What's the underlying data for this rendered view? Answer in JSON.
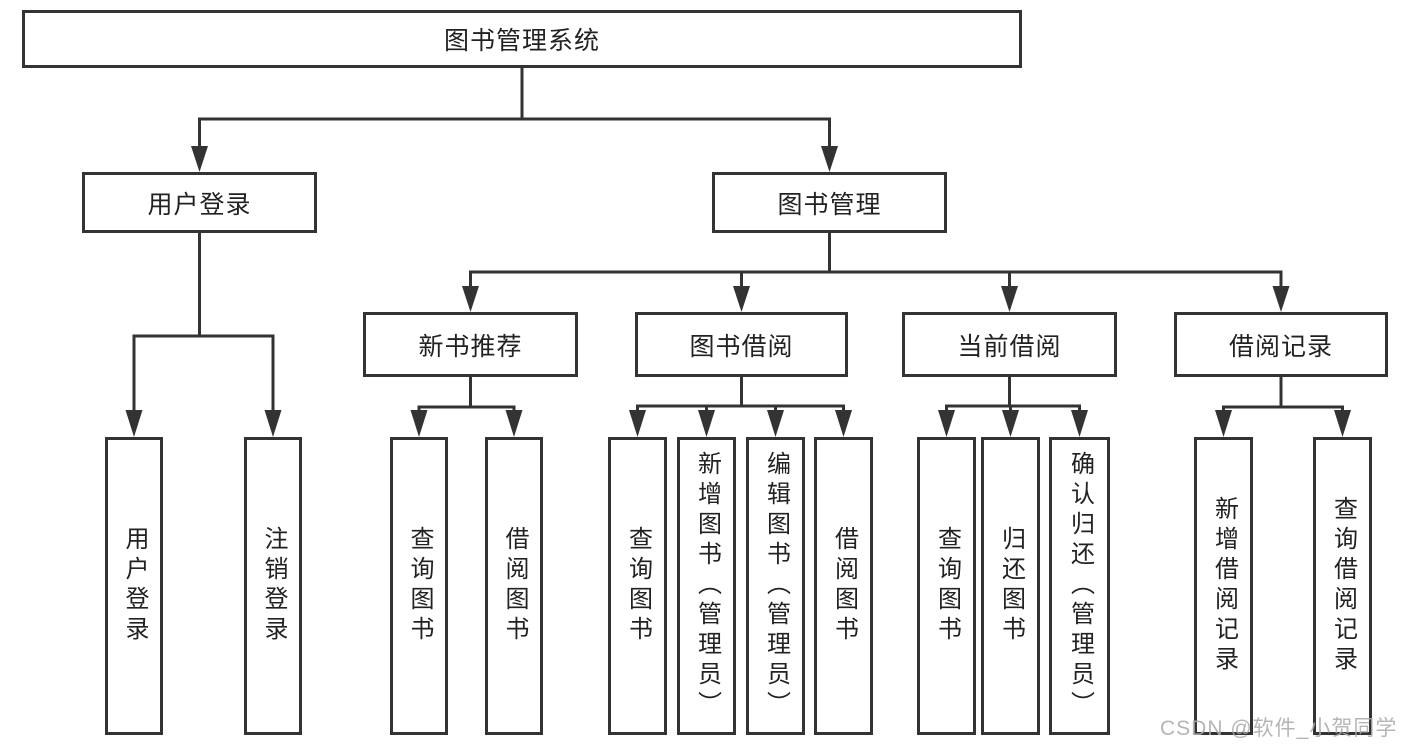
{
  "diagram": {
    "title": "图书管理系统",
    "tree": {
      "root": {
        "label": "图书管理系统"
      },
      "branches": [
        {
          "label": "用户登录",
          "children": [
            {
              "label": "用户登录"
            },
            {
              "label": "注销登录"
            }
          ]
        },
        {
          "label": "图书管理",
          "children": [
            {
              "label": "新书推荐",
              "children": [
                {
                  "label": "查询图书"
                },
                {
                  "label": "借阅图书"
                }
              ]
            },
            {
              "label": "图书借阅",
              "children": [
                {
                  "label": "查询图书"
                },
                {
                  "label": "新增图书（管理员）"
                },
                {
                  "label": "编辑图书（管理员）"
                },
                {
                  "label": "借阅图书"
                }
              ]
            },
            {
              "label": "当前借阅",
              "children": [
                {
                  "label": "查询图书"
                },
                {
                  "label": "归还图书"
                },
                {
                  "label": "确认归还（管理员）"
                }
              ]
            },
            {
              "label": "借阅记录",
              "children": [
                {
                  "label": "新增借阅记录"
                },
                {
                  "label": "查询借阅记录"
                }
              ]
            }
          ]
        }
      ]
    },
    "colors": {
      "line": "#333333",
      "box_border": "#333333",
      "text": "#222222",
      "background": "#ffffff",
      "watermark": "#ababab"
    }
  },
  "watermark": {
    "text": "CSDN @软件_小贺同学"
  }
}
